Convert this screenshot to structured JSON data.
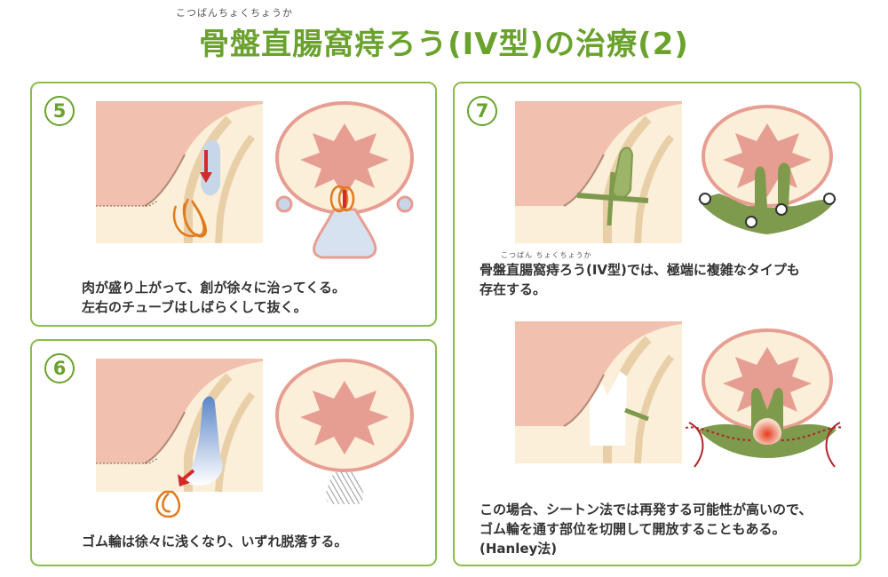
{
  "header": {
    "furigana": "こつばんちょくちょうか",
    "title": "骨盤直腸窩痔ろう(IV型)の治療(2)"
  },
  "steps": [
    {
      "number": "5",
      "caption_lines": [
        "肉が盛り上がって、創が徐々に治ってくる。",
        "左右のチューブはしばらくして抜く。"
      ]
    },
    {
      "number": "6",
      "caption_lines": [
        "ゴム輪は徐々に浅くなり、いずれ脱落する。"
      ]
    },
    {
      "number": "7",
      "ruby": "こつばん ちょくちょうか",
      "caption_top_lines": [
        "骨盤直腸窩痔ろう(IV型)では、極端に複雑なタイプも",
        "存在する。"
      ],
      "caption_bottom_lines": [
        "この場合、シートン法では再発する可能性が高いので、",
        "ゴム輪を通す部位を切開して開放することもある。",
        "(Hanley法)"
      ]
    }
  ],
  "colors": {
    "accent": "#6aa22d",
    "panel_border": "#8cbc4a",
    "skin": "#fbefd9",
    "mucosa": "#f2c0ae",
    "rectum_pink": "#e79e92",
    "rubber_band": "#e07b1d",
    "arrow_red": "#d42a2a",
    "tissue_green": "#7e9a4c"
  }
}
